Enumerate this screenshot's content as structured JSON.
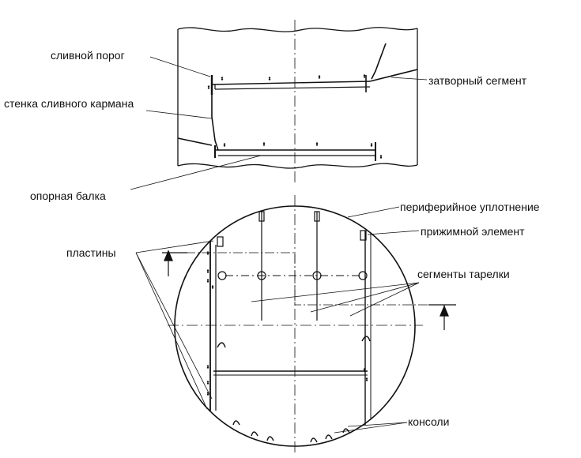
{
  "labels": {
    "weir": "сливной порог",
    "downcomer_wall": "стенка сливного кармана",
    "support_beam": "опорная балка",
    "closing_segment": "затворный сегмент",
    "peripheral_seal": "периферийное уплотнение",
    "clamping_element": "прижимной элемент",
    "plates": "пластины",
    "tray_segments": "сегменты тарелки",
    "consoles": "консоли"
  },
  "colors": {
    "ink": "#111111",
    "background": "#ffffff"
  },
  "icons": {
    "section_arrow": "section-cut-arrow",
    "bolt": "bolt-mark",
    "bracket": "console-bracket"
  }
}
